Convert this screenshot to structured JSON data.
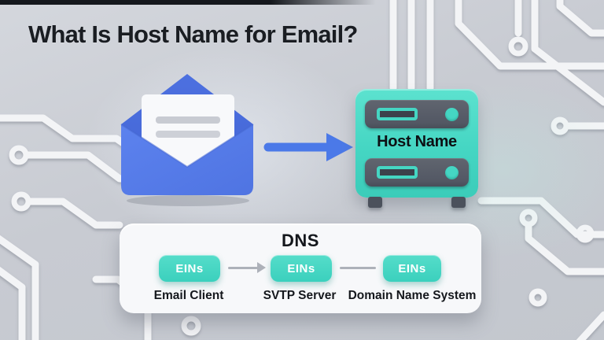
{
  "title": "What Is Host Name for Email?",
  "server": {
    "label": "Host Name"
  },
  "dns_panel": {
    "title": "DNS",
    "nodes": [
      {
        "badge": "EINs",
        "label": "Email Client"
      },
      {
        "badge": "EINs",
        "label": "SVTP Server"
      },
      {
        "badge": "EINs",
        "label": "Domain Name System"
      }
    ]
  },
  "colors": {
    "background_gray": "#c8cbd2",
    "circuit_trace_white": "#f3f4f6",
    "accent_teal": "#45d6c3",
    "accent_blue": "#4b79e8",
    "envelope_blue": "#5a80ec",
    "server_bay_gray": "#575c68",
    "panel_white": "#f7f8fa",
    "text_dark": "#1a1d22",
    "connector_gray": "#adb1b9"
  }
}
